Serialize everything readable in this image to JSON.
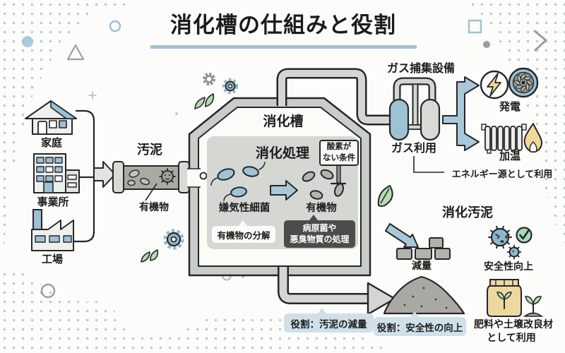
{
  "title": {
    "text": "消化槽の仕組みと役割"
  },
  "sources": {
    "home": "家庭",
    "office": "事業所",
    "factory": "工場"
  },
  "inlet": {
    "sludge": "汚泥",
    "organic": "有機物"
  },
  "tank": {
    "name": "消化槽",
    "process": "消化処理",
    "sign_line1": "酸素が",
    "sign_line2": "ない条件",
    "bacteria": "嫌気性細菌",
    "organic": "有機物",
    "bubble_decompose": "有機物の分解",
    "bubble_treat_line1": "病原菌や",
    "bubble_treat_line2": "悪臭物質の処理"
  },
  "gas": {
    "equipment": "ガス捕集設備",
    "usage": "ガス利用",
    "power": "発電",
    "heating": "加温",
    "energy_note": "エネルギー源として利用"
  },
  "digested": {
    "name": "消化汚泥",
    "reduction": "減量",
    "safety": "安全性向上",
    "role_reduction": "役割：汚泥の減量",
    "role_safety": "役割：安全性の向上",
    "fertilizer_line1": "肥料や土壌改良材",
    "fertilizer_line2": "として利用"
  },
  "icons": [
    "house-icon",
    "office-building-icon",
    "factory-icon",
    "pipe-icon",
    "germ-icon",
    "bacteria-icon",
    "gear-icon",
    "leaf-icon",
    "gas-tank-icon",
    "lightning-icon",
    "turbine-icon",
    "radiator-icon",
    "flame-icon",
    "check-icon",
    "sludge-pile-icon",
    "cube-icon",
    "fertilizer-bag-icon",
    "sprout-icon"
  ],
  "colors": {
    "background": "#fcfcfa",
    "accent_blue": "#9cc2d4",
    "arrow_blue": "#a9c9da",
    "underline": "#a3c1d3",
    "steel_gray": "#c9cdca",
    "panel_gray": "#d5d7d3",
    "dark_bubble": "#4c4c48",
    "light_bubble": "#cfe0ea",
    "yellow": "#f2d88f",
    "green": "#aed8b0",
    "dot_pattern": "#b7cbd7"
  }
}
